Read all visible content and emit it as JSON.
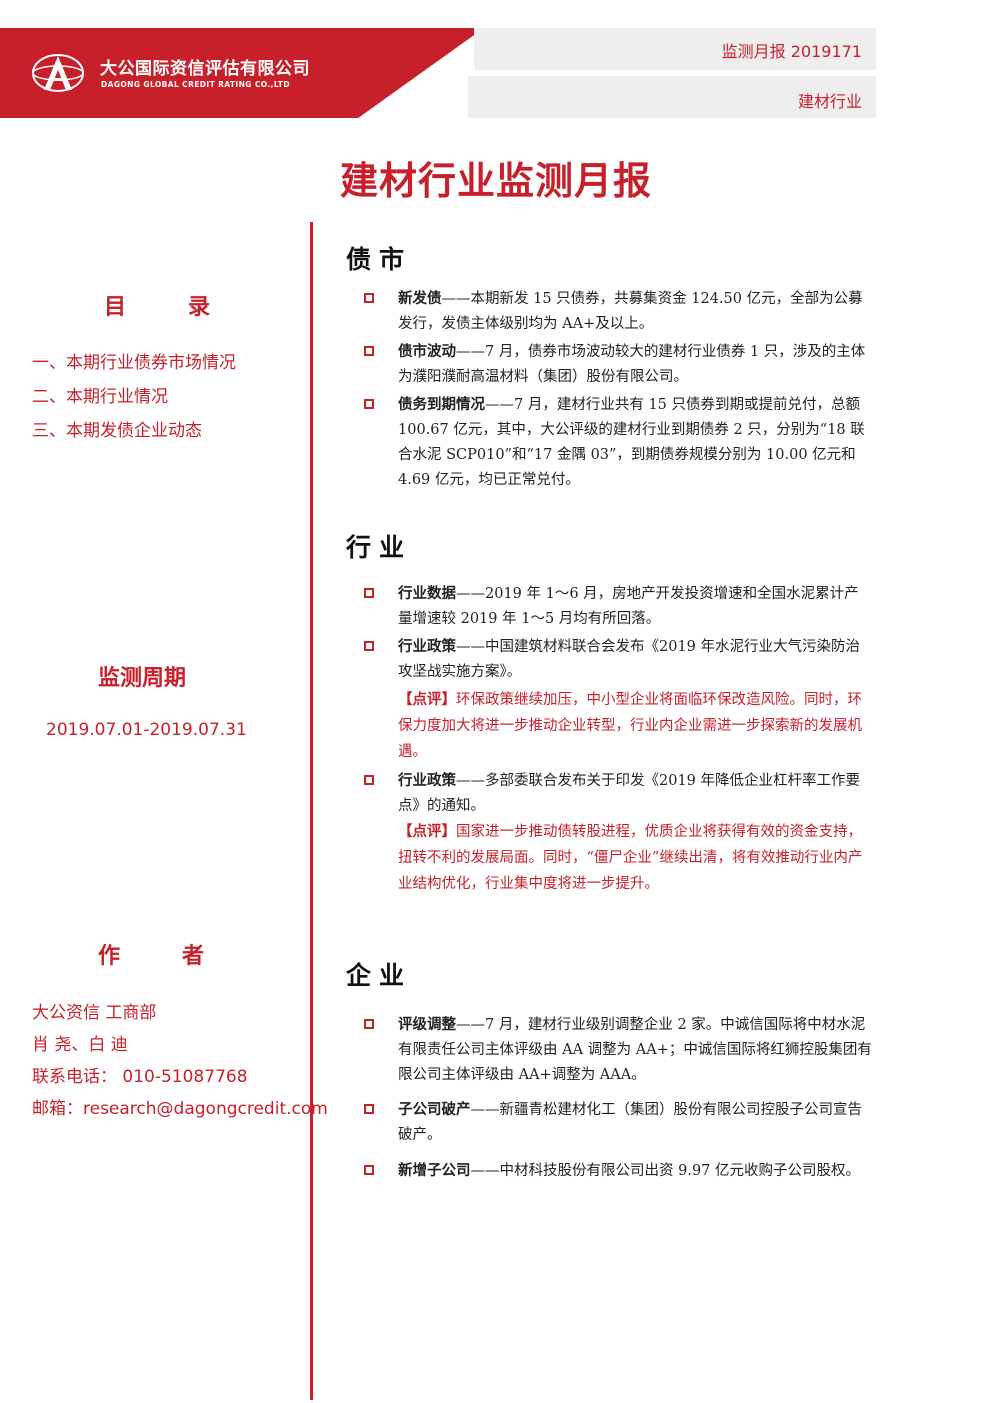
{
  "header": {
    "company_cn": "大公国际资信评估有限公司",
    "company_en": "DAGONG GLOBAL CREDIT RATING CO.,LTD",
    "report_code": "监测月报 2019171",
    "industry": "建材行业"
  },
  "title": "建材行业监测月报",
  "left": {
    "toc_title": "目　录",
    "toc_items": [
      "一、本期行业债券市场情况",
      "二、本期行业情况",
      "三、本期发债企业动态"
    ],
    "period_title": "监测周期",
    "period_value": "2019.07.01-2019.07.31",
    "author_title": "作　者",
    "author_lines": [
      "大公资信  工商部",
      "肖  尧、白  迪",
      "联系电话：  010-51087768",
      "邮箱：research@dagongcredit.com"
    ]
  },
  "sections": {
    "bond": {
      "title": "债市",
      "items": [
        {
          "kw": "新发债",
          "text": "——本期新发 15 只债券，共募集资金 124.50 亿元，全部为公募发行，发债主体级别均为 AA+及以上。"
        },
        {
          "kw": "债市波动",
          "text": "——7 月，债券市场波动较大的建材行业债券 1 只，涉及的主体为濮阳濮耐高温材料（集团）股份有限公司。"
        },
        {
          "kw": "债务到期情况",
          "text": "——7 月，建材行业共有 15 只债券到期或提前兑付，总额 100.67 亿元，其中，大公评级的建材行业到期债券 2 只，分别为“18 联合水泥 SCP010”和“17 金隅 03”，到期债券规模分别为 10.00 亿元和 4.69 亿元，均已正常兑付。"
        }
      ]
    },
    "industry": {
      "title": "行业",
      "items": [
        {
          "kw": "行业数据",
          "text": "——2019 年 1～6 月，房地产开发投资增速和全国水泥累计产量增速较 2019 年 1～5 月均有所回落。"
        },
        {
          "kw": "行业政策",
          "text": "——中国建筑材料联合会发布《2019 年水泥行业大气污染防治攻坚战实施方案》。"
        },
        {
          "kw": "行业政策",
          "text": "——多部委联合发布关于印发《2019 年降低企业杠杆率工作要点》的通知。"
        }
      ],
      "comments": [
        {
          "label": "【点评】",
          "text": "环保政策继续加压，中小型企业将面临环保改造风险。同时，环保力度加大将进一步推动企业转型，行业内企业需进一步探索新的发展机遇。"
        },
        {
          "label": "【点评】",
          "text": "国家进一步推动债转股进程，优质企业将获得有效的资金支持，扭转不利的发展局面。同时，“僵尸企业”继续出清，将有效推动行业内产业结构优化，行业集中度将进一步提升。"
        }
      ]
    },
    "company": {
      "title": "企业",
      "items": [
        {
          "kw": "评级调整",
          "text": "——7 月，建材行业级别调整企业 2 家。中诚信国际将中材水泥有限责任公司主体评级由 AA 调整为 AA+；中诚信国际将红狮控股集团有限公司主体评级由 AA+调整为 AAA。"
        },
        {
          "kw": "子公司破产",
          "text": "——新疆青松建材化工（集团）股份有限公司控股子公司宣告破产。"
        },
        {
          "kw": "新增子公司",
          "text": "——中材科技股份有限公司出资 9.97 亿元收购子公司股权。"
        }
      ]
    }
  },
  "colors": {
    "brand_red": "#c8202b",
    "header_gray": "#eeeeee"
  }
}
